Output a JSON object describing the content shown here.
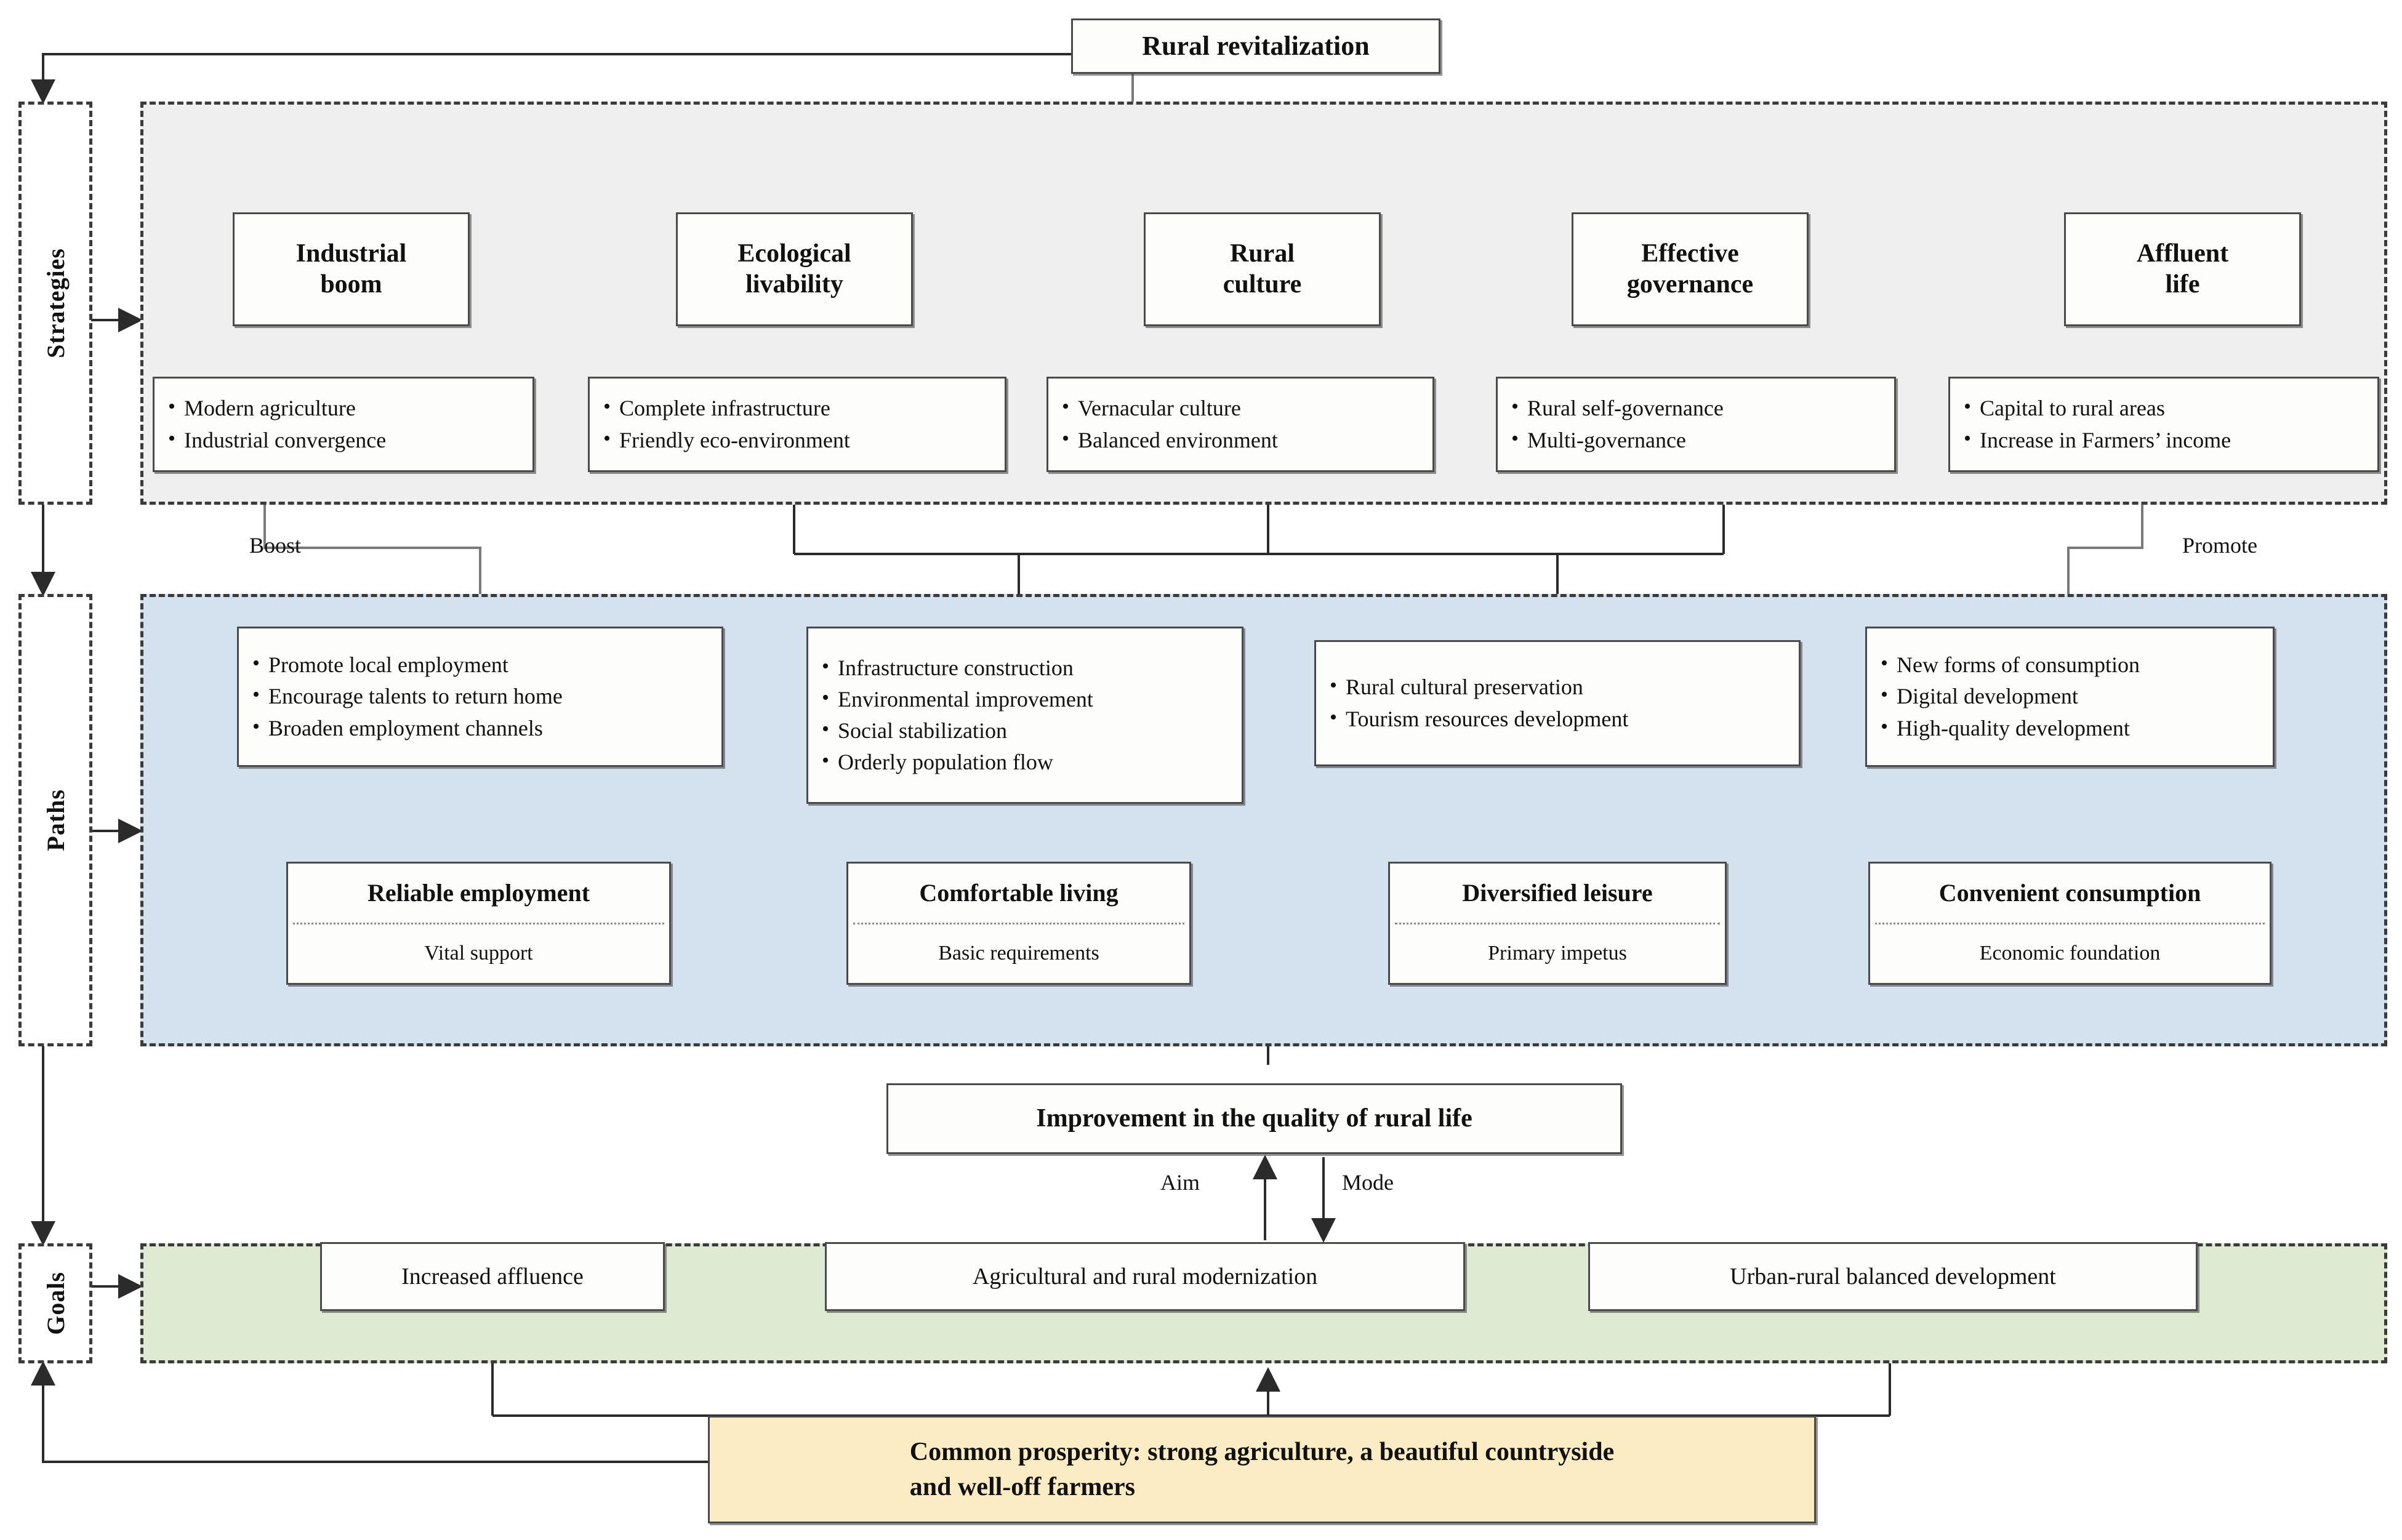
{
  "root": {
    "label": "Rural revitalization"
  },
  "bands": {
    "strategies": {
      "label": "Strategies"
    },
    "paths": {
      "label": "Paths"
    },
    "goals": {
      "label": "Goals"
    }
  },
  "strategies": [
    {
      "title": "Industrial\nboom",
      "bullets": [
        "Modern agriculture",
        "Industrial convergence"
      ]
    },
    {
      "title": "Ecological\nlivability",
      "bullets": [
        "Complete infrastructure",
        "Friendly eco-environment"
      ]
    },
    {
      "title": "Rural\nculture",
      "bullets": [
        "Vernacular culture",
        "Balanced environment"
      ]
    },
    {
      "title": "Effective\ngovernance",
      "bullets": [
        "Rural self-governance",
        "Multi-governance"
      ]
    },
    {
      "title": "Affluent\nlife",
      "bullets": [
        "Capital to rural areas",
        "Increase in Farmers’ income"
      ]
    }
  ],
  "edge_labels": {
    "boost": "Boost",
    "promote": "Promote",
    "aim": "Aim",
    "mode": "Mode"
  },
  "paths": [
    {
      "bullets": [
        "Promote local employment",
        "Encourage talents to return home",
        "Broaden employment channels"
      ],
      "title": "Reliable employment",
      "subtitle": "Vital support"
    },
    {
      "bullets": [
        "Infrastructure construction",
        "Environmental improvement",
        "Social stabilization",
        "Orderly population flow"
      ],
      "title": "Comfortable living",
      "subtitle": "Basic requirements"
    },
    {
      "bullets": [
        "Rural cultural preservation",
        "Tourism resources development"
      ],
      "title": "Diversified leisure",
      "subtitle": "Primary impetus"
    },
    {
      "bullets": [
        "New forms of consumption",
        "Digital development",
        "High-quality development"
      ],
      "title": "Convenient consumption",
      "subtitle": "Economic foundation"
    }
  ],
  "middle": {
    "label": "Improvement in the quality of rural life"
  },
  "goals": [
    {
      "label": "Increased affluence"
    },
    {
      "label": "Agricultural and rural modernization"
    },
    {
      "label": "Urban-rural balanced development"
    }
  ],
  "prosperity": {
    "line1": "Common prosperity: strong agriculture, a beautiful countryside",
    "line2": "and well-off farmers"
  },
  "colors": {
    "strategies_band": "#efefef",
    "paths_band": "#d4e2f0",
    "goals_band": "#dfead2",
    "prosperity_fill": "#fcecc3",
    "box_border": "#4a4a4a",
    "band_border": "#3b3b3b"
  }
}
